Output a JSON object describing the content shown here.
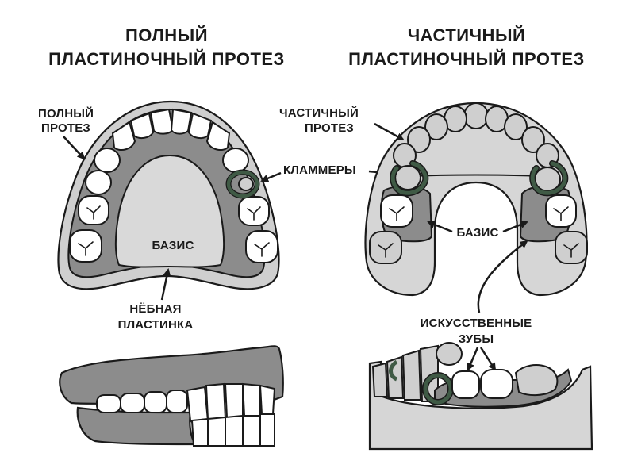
{
  "left": {
    "title_line1": "ПОЛНЫЙ",
    "title_line2": "ПЛАСТИНОЧНЫЙ ПРОТЕЗ",
    "label_full_line1": "ПОЛНЫЙ",
    "label_full_line2": "ПРОТЕЗ",
    "label_base": "БАЗИС",
    "label_palate_line1": "НЁБНАЯ",
    "label_palate_line2": "ПЛАСТИНКА",
    "label_clasps": "КЛАММЕРЫ"
  },
  "right": {
    "title_line1": "ЧАСТИЧНЫЙ",
    "title_line2": "ПЛАСТИНОЧНЫЙ ПРОТЕЗ",
    "label_partial_line1": "ЧАСТИЧНЫЙ",
    "label_partial_line2": "ПРОТЕЗ",
    "label_base": "БАЗИС",
    "label_teeth_line1": "ИСКУССТВЕННЫЕ",
    "label_teeth_line2": "ЗУБЫ"
  },
  "colors": {
    "gum_dark": "#8c8c8c",
    "gum_light": "#d6d6d6",
    "palate": "#d9d9d9",
    "clasp": "#3f5a45",
    "outline": "#1a1a1a"
  }
}
